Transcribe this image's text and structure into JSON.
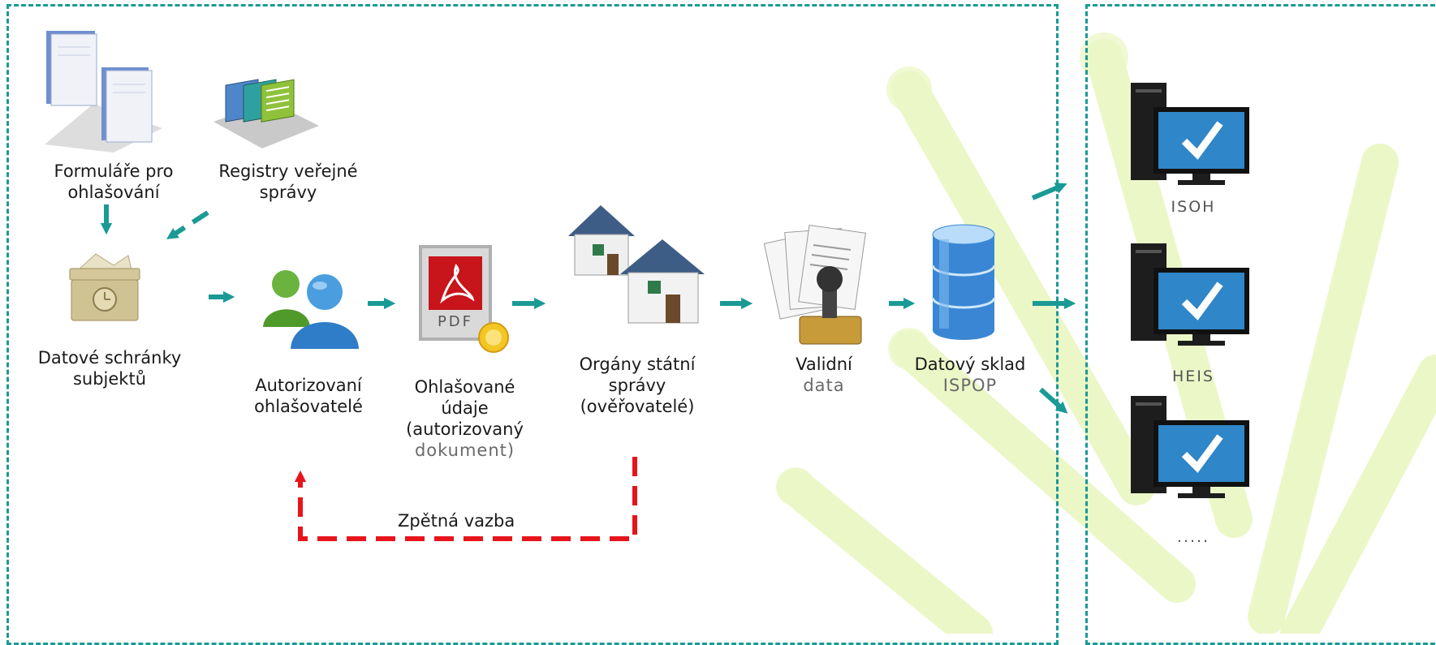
{
  "nodes": {
    "forms": {
      "line1": "Formuláře pro",
      "line2": "ohlašování"
    },
    "registries": {
      "line1": "Registry veřejné",
      "line2": "správy"
    },
    "mailboxes": {
      "line1": "Datové schránky",
      "line2": "subjektů"
    },
    "reporters": {
      "line1": "Autorizovaní",
      "line2": "ohlašovatelé"
    },
    "reported_data": {
      "line1": "Ohlašované",
      "line2": "údaje",
      "line3": "(autorizovaný",
      "line4": "dokument)"
    },
    "authorities": {
      "line1": "Orgány státní",
      "line2": "správy",
      "line3": "(ověřovatelé)"
    },
    "valid_data": {
      "line1": "Validní",
      "line2": "data"
    },
    "warehouse": {
      "line1": "Datový sklad",
      "line2": "ISPOP"
    }
  },
  "systems": [
    "ISOH",
    "HEIS",
    "....."
  ],
  "feedback": {
    "label": "Zpětná vazba"
  },
  "pdf_icon_text": "PDF",
  "colors": {
    "flow_arrow": "#1a9a95",
    "feedback_arrow": "#e8141c",
    "frame": "#1a9a95",
    "background_rays": "#eaf6c4"
  },
  "icons": [
    "forms-icon",
    "registry-icon",
    "mailbox-icon",
    "users-icon",
    "pdf-document-icon",
    "houses-icon",
    "stamped-documents-icon",
    "database-icon",
    "computer-icon"
  ]
}
